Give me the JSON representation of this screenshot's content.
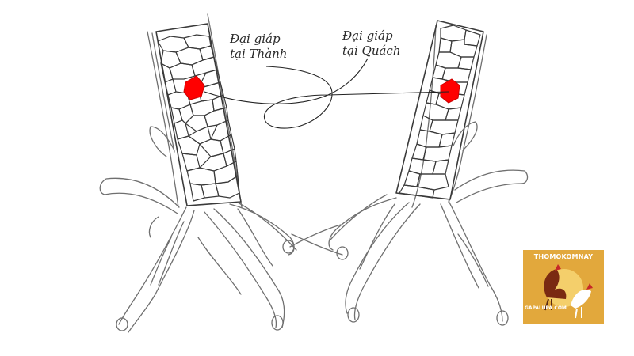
{
  "labels": {
    "left": {
      "line1": "Đại giáp",
      "line2": "tại Thành"
    },
    "right": {
      "line1": "Đại giáp",
      "line2": "tại Quách"
    }
  },
  "marker_color": "#ff0000",
  "line_color": "#555555",
  "logo": {
    "title": "THOMOKOMNAY",
    "domain": "GAPALUPA.COM",
    "background": "#e2a83c"
  }
}
